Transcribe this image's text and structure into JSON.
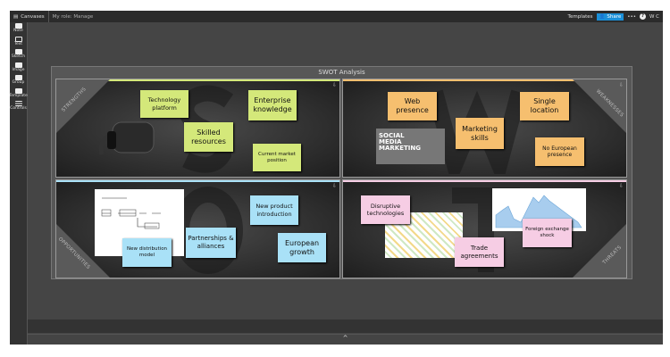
{
  "topbar": {
    "canvases": "Canvases",
    "role": "My role: Manage",
    "templates": "Templates",
    "share": "Share",
    "more": "•••",
    "help": "?",
    "user": "W C"
  },
  "sidebar": {
    "tools": [
      {
        "label": "Note"
      },
      {
        "label": "Text"
      },
      {
        "label": "Sketch"
      },
      {
        "label": "Image"
      },
      {
        "label": "Group"
      },
      {
        "label": "Template"
      },
      {
        "label": "Controls"
      }
    ]
  },
  "canvas": {
    "title": "SWOT Analysis",
    "strengths": {
      "label": "STRENGTHS",
      "letter": "S",
      "color": "#d4e87a",
      "notes": [
        "Technology platform",
        "Enterprise knowledge",
        "Skilled resources",
        "Current market position"
      ]
    },
    "weaknesses": {
      "label": "WEAKNESSES",
      "letter": "W",
      "color": "#f6bf6f",
      "notes": [
        "Web presence",
        "Marketing skills",
        "Single location",
        "No European presence"
      ],
      "image_text": "SOCIAL MEDIA MARKETING"
    },
    "opportunities": {
      "label": "OPPORTUNITIES",
      "letter": "O",
      "color": "#a9e1f7",
      "notes": [
        "New distribution model",
        "Partnerships & alliances",
        "New product introduction",
        "European growth"
      ]
    },
    "threats": {
      "label": "THREATS",
      "letter": "T",
      "color": "#f6cde4",
      "notes": [
        "Disruptive technologies",
        "Trade agreements",
        "Foreign exchange shock"
      ]
    }
  },
  "footer": {
    "expand": "^"
  }
}
